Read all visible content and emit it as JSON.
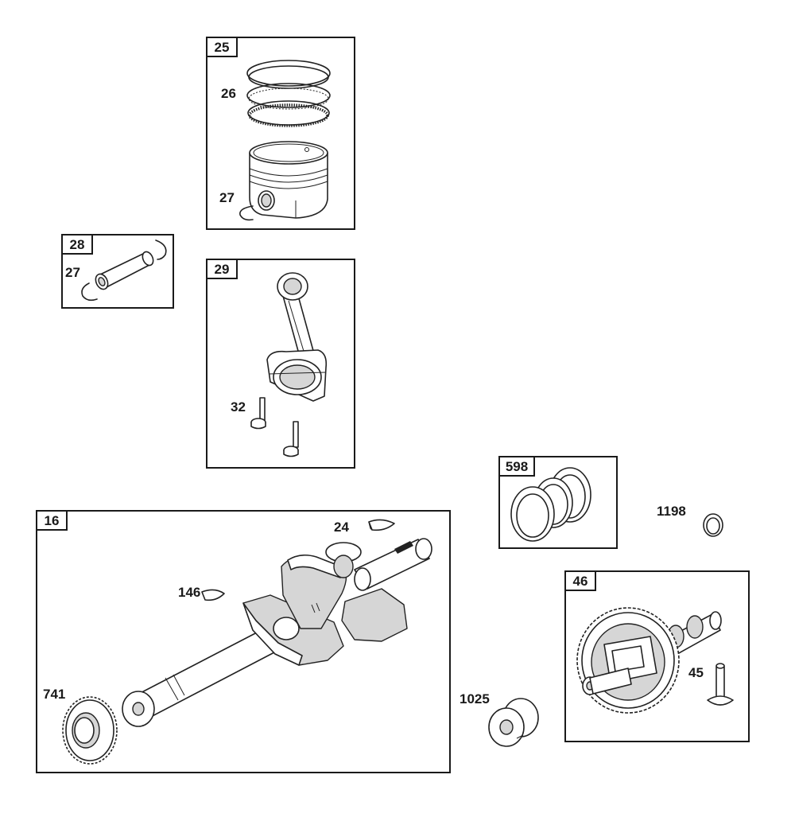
{
  "groups": {
    "g25": {
      "label": "25"
    },
    "g28": {
      "label": "28"
    },
    "g29": {
      "label": "29"
    },
    "g598": {
      "label": "598"
    },
    "g16": {
      "label": "16"
    },
    "g46": {
      "label": "46"
    }
  },
  "parts": {
    "p26": {
      "label": "26"
    },
    "p27a": {
      "label": "27"
    },
    "p27b": {
      "label": "27"
    },
    "p32": {
      "label": "32"
    },
    "p24": {
      "label": "24"
    },
    "p146": {
      "label": "146"
    },
    "p741": {
      "label": "741"
    },
    "p1198": {
      "label": "1198"
    },
    "p1025": {
      "label": "1025"
    },
    "p45": {
      "label": "45"
    }
  }
}
